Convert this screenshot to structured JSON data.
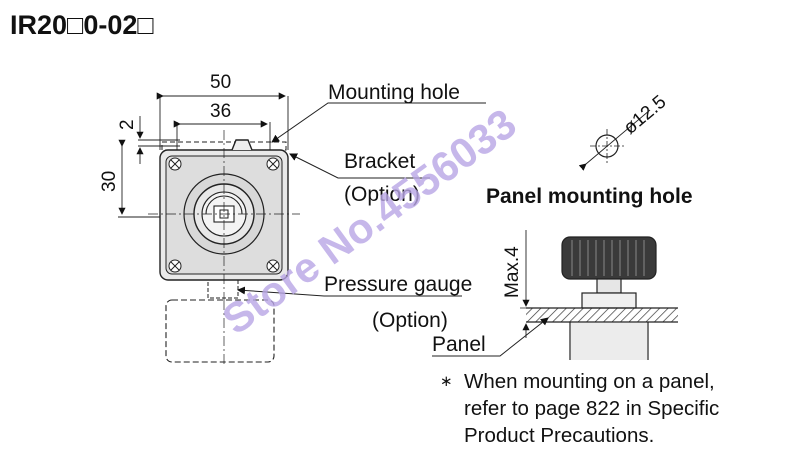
{
  "title": "IR20□0-02□",
  "dimensions": {
    "width_50": "50",
    "width_36": "36",
    "offset_2": "2",
    "height_30": "30",
    "hole_diameter": "ø12.5",
    "max_height": "Max.4"
  },
  "labels": {
    "mounting_hole": "Mounting hole",
    "bracket": "Bracket",
    "bracket_option": "(Option)",
    "pressure_gauge": "Pressure gauge",
    "pressure_gauge_option": "(Option)",
    "panel_mounting_hole": "Panel mounting hole",
    "panel": "Panel"
  },
  "note": {
    "mark": "∗",
    "lines": [
      "When mounting on a panel,",
      "refer to page 822 in Specific",
      "Product Precautions."
    ]
  },
  "watermark": "Store No.4556033",
  "colors": {
    "line": "#222222",
    "watermark": "#b9a6e6",
    "body_fill": "#d4d4d4",
    "hatch": "#333333"
  }
}
